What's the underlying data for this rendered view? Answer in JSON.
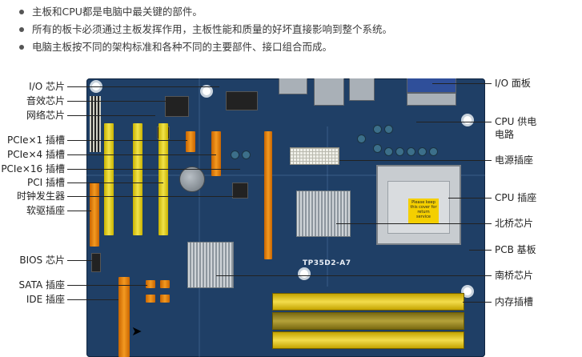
{
  "bullets": [
    "主板和CPU都是电脑中最关键的部件。",
    "所有的板卡必须通过主板发挥作用，主板性能和质量的好坏直接影响到整个系统。",
    "电脑主板按不同的架构标准和各种不同的主要部件、接口组合而成。"
  ],
  "left_labels": [
    "I/O 芯片",
    "音效芯片",
    "网络芯片",
    "PCIe×1 插槽",
    "PCIe×4 插槽",
    "PCIe×16 插槽",
    "PCI 插槽",
    "时钟发生器",
    "软驱插座",
    "BIOS 芯片",
    "SATA 插座",
    "IDE 插座"
  ],
  "right_labels": [
    "I/O 面板",
    "CPU 供电",
    "电路",
    "电源插座",
    "CPU 插座",
    "北桥芯片",
    "PCB 基板",
    "南桥芯片",
    "内存插槽"
  ],
  "board": {
    "model_text": "TP35D2-A7",
    "sticker_text": "Please keep this cover for return service",
    "colors": {
      "pcb": "#1f3f66",
      "slot_yellow": "#f1e34a",
      "slot_orange": "#f39a21"
    }
  },
  "icons": {
    "cursor": "mouse-cursor-icon"
  }
}
